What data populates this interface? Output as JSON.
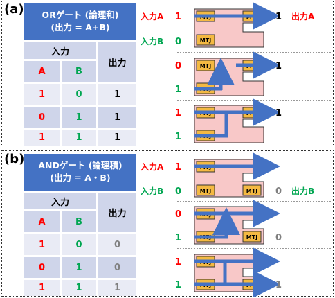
{
  "panel_a": {
    "label": "(a)",
    "title_line1": "ORゲート (論理和)",
    "title_line2": "(出力 = A+B)",
    "input_header": "入力",
    "output_header": "出力",
    "col_a": "A",
    "col_b": "B",
    "rows": [
      {
        "a": "1",
        "b": "0",
        "out": "1"
      },
      {
        "a": "0",
        "b": "1",
        "out": "1"
      },
      {
        "a": "1",
        "b": "1",
        "out": "1"
      }
    ],
    "input_a_label": "入力A",
    "input_b_label": "入力B",
    "output_label": "出力A",
    "case1": {
      "a": "1",
      "b": "0",
      "out": "1"
    },
    "case2": {
      "a": "0",
      "b": "1",
      "out": "1"
    },
    "case3": {
      "a": "1",
      "b": "1",
      "out": "1"
    }
  },
  "panel_b": {
    "label": "(b)",
    "title_line1": "ANDゲート (論理積)",
    "title_line2": "(出力 = A・B)",
    "input_header": "入力",
    "output_header": "出力",
    "col_a": "A",
    "col_b": "B",
    "rows": [
      {
        "a": "1",
        "b": "0",
        "out": "0"
      },
      {
        "a": "0",
        "b": "1",
        "out": "0"
      },
      {
        "a": "1",
        "b": "1",
        "out": "1"
      }
    ],
    "input_a_label": "入力A",
    "input_b_label": "入力B",
    "output_label": "出力B",
    "case1": {
      "a": "1",
      "b": "0",
      "out": "0"
    },
    "case2": {
      "a": "0",
      "b": "1",
      "out": "0"
    },
    "case3": {
      "a": "1",
      "b": "1",
      "out": "1"
    }
  },
  "mtj_label": "MTJ",
  "colors": {
    "table_header": "#4472c4",
    "table_light": "#cfd5ea",
    "table_lighter": "#e9ebf5",
    "arrow": "#4472c4",
    "mtj_fill": "#f4b942",
    "device_fill": "#f8c8c8",
    "red": "#ff0000",
    "green": "#00a651",
    "gray": "#7f7f7f"
  }
}
